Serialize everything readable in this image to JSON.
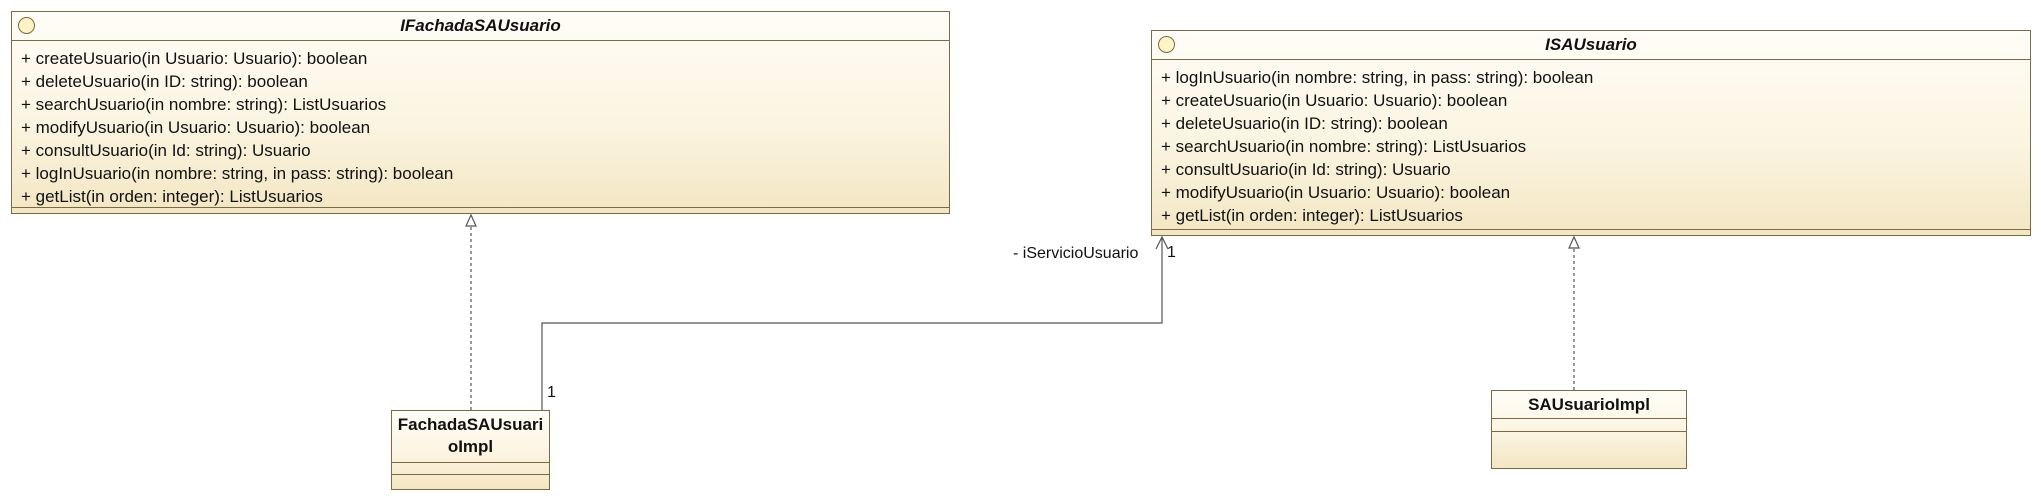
{
  "classes": {
    "ifachada": {
      "name": "IFachadaSAUsuario",
      "operations": [
        "+ createUsuario(in Usuario: Usuario): boolean",
        "+ deleteUsuario(in ID: string): boolean",
        "+ searchUsuario(in nombre: string): ListUsuarios",
        "+ modifyUsuario(in Usuario: Usuario): boolean",
        "+ consultUsuario(in Id: string): Usuario",
        "+ logInUsuario(in nombre: string, in pass: string): boolean",
        "+ getList(in orden: integer): ListUsuarios"
      ]
    },
    "isa": {
      "name": "ISAUsuario",
      "operations": [
        "+ logInUsuario(in nombre: string, in pass: string): boolean",
        "+ createUsuario(in Usuario: Usuario): boolean",
        "+ deleteUsuario(in ID: string): boolean",
        "+ searchUsuario(in nombre: string): ListUsuarios",
        "+ consultUsuario(in Id: string): Usuario",
        "+ modifyUsuario(in Usuario: Usuario): boolean",
        "+ getList(in orden: integer): ListUsuarios"
      ]
    },
    "fachada_impl": {
      "name": "FachadaSAUsuarioImpl"
    },
    "sa_impl": {
      "name": "SAUsuarioImpl"
    }
  },
  "association": {
    "role": "- iServicioUsuario",
    "target_multiplicity": "1",
    "source_multiplicity": "1"
  },
  "colors": {
    "border": "#7a6a45",
    "fill_top": "#fffdf7",
    "fill_bottom": "#f3e6c3",
    "line": "#4a4a4a"
  }
}
